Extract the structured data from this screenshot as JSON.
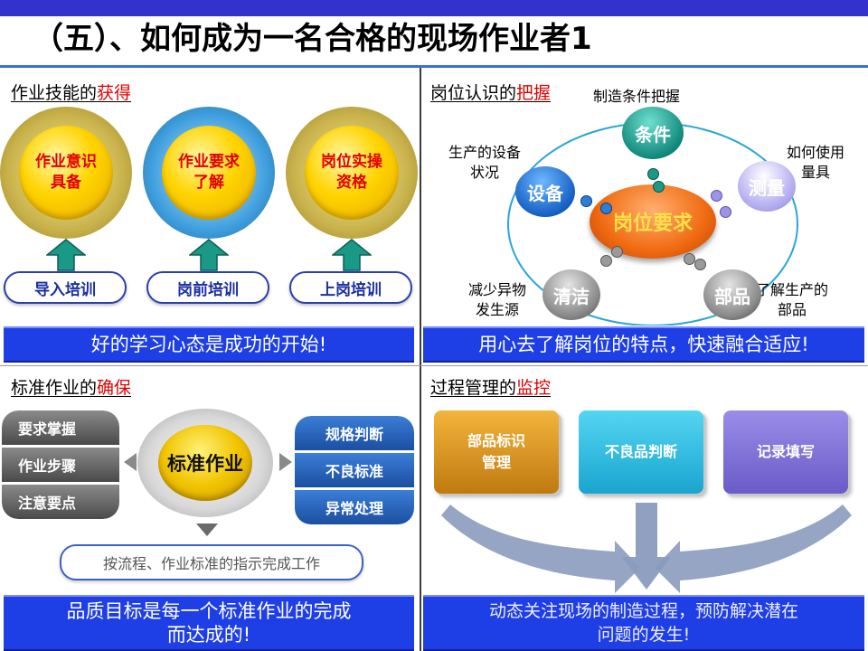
{
  "title": "（五）、如何成为一名合格的现场作业者1",
  "skills": {
    "heading_prefix": "作业技能的",
    "heading_highlight": "获得",
    "circles": [
      {
        "line1": "作业意识",
        "line2": "具备"
      },
      {
        "line1": "作业要求",
        "line2": "了解"
      },
      {
        "line1": "岗位实操",
        "line2": "资格"
      }
    ],
    "trainings": [
      "导入培训",
      "岗前培训",
      "上岗培训"
    ],
    "banner": "好的学习心态是成功的开始!"
  },
  "position": {
    "heading_prefix": "岗位认识的",
    "heading_highlight": "把握",
    "center": "岗位要求",
    "nodes": {
      "condition": "条件",
      "equipment": "设备",
      "measure": "测量",
      "clean": "清洁",
      "parts": "部品"
    },
    "captions": {
      "condition": "制造条件把握",
      "equipment_line1": "生产的设备",
      "equipment_line2": "状况",
      "measure_line1": "如何使用",
      "measure_line2": "量具",
      "clean_line1": "减少异物",
      "clean_line2": "发生源",
      "parts_line1": "了解生产的",
      "parts_line2": "部品"
    },
    "banner": "用心去了解岗位的特点，快速融合适应!"
  },
  "standard": {
    "heading_prefix": "标准作业的",
    "heading_highlight": "确保",
    "left_stack": [
      "要求掌握",
      "作业步骤",
      "注意要点"
    ],
    "center": "标准作业",
    "right_stack": [
      "规格判断",
      "不良标准",
      "异常处理"
    ],
    "instruction": "按流程、作业标准的指示完成工作",
    "banner_line1": "品质目标是每一个标准作业的完成",
    "banner_line2": "而达成的!"
  },
  "process": {
    "heading_prefix": "过程管理的",
    "heading_highlight": "监控",
    "boxes": [
      {
        "line1": "部品标识",
        "line2": "管理"
      },
      {
        "line1": "不良品判断",
        "line2": ""
      },
      {
        "line1": "记录填写",
        "line2": ""
      }
    ],
    "banner_line1": "动态关注现场的制造过程，预防解决潜在",
    "banner_line2": "问题的发生!"
  }
}
